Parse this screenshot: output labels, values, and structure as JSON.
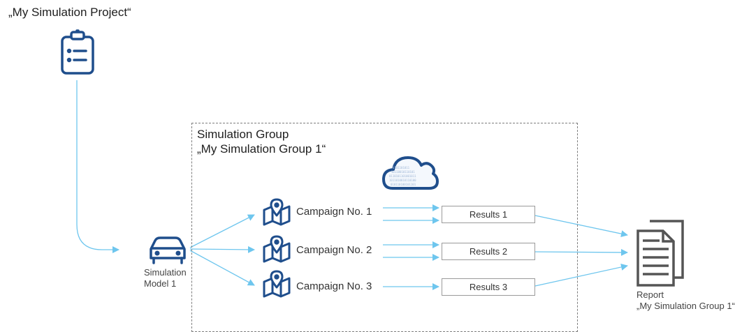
{
  "project": {
    "title": "„My Simulation Project“"
  },
  "group": {
    "title_line1": "Simulation Group",
    "title_line2": "„My Simulation Group 1“"
  },
  "model": {
    "line1": "Simulation",
    "line2": "Model 1"
  },
  "campaigns": [
    {
      "label": "Campaign No. 1"
    },
    {
      "label": "Campaign No. 2"
    },
    {
      "label": "Campaign No. 3"
    }
  ],
  "results": [
    {
      "label": "Results 1"
    },
    {
      "label": "Results 2"
    },
    {
      "label": "Results 3"
    }
  ],
  "report": {
    "line1": "Report",
    "line2": "„My Simulation Group 1“"
  },
  "colors": {
    "icon_blue": "#1f4e8c",
    "arrow_blue": "#6ec6ee",
    "report_gray": "#555555"
  },
  "icons": [
    "clipboard-icon",
    "car-icon",
    "cloud-data-icon",
    "map-pin-icon",
    "document-icon"
  ]
}
